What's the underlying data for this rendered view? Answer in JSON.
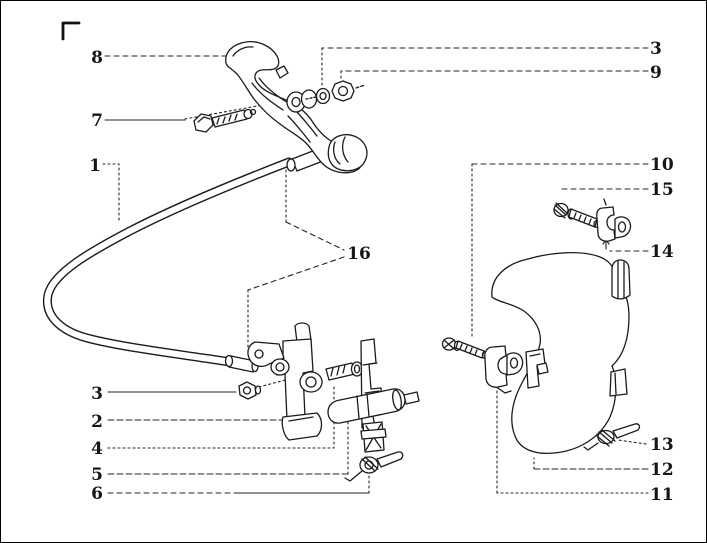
{
  "figure": {
    "background": "#ffffff",
    "ink": "#1b1b1b"
  },
  "callouts": {
    "c1": "1",
    "c2": "2",
    "c3_top": "3",
    "c3_left": "3",
    "c4": "4",
    "c5": "5",
    "c6": "6",
    "c7": "7",
    "c8": "8",
    "c9": "9",
    "c10": "10",
    "c11": "11",
    "c12": "12",
    "c13": "13",
    "c14": "14",
    "c15": "15",
    "c16": "16"
  }
}
